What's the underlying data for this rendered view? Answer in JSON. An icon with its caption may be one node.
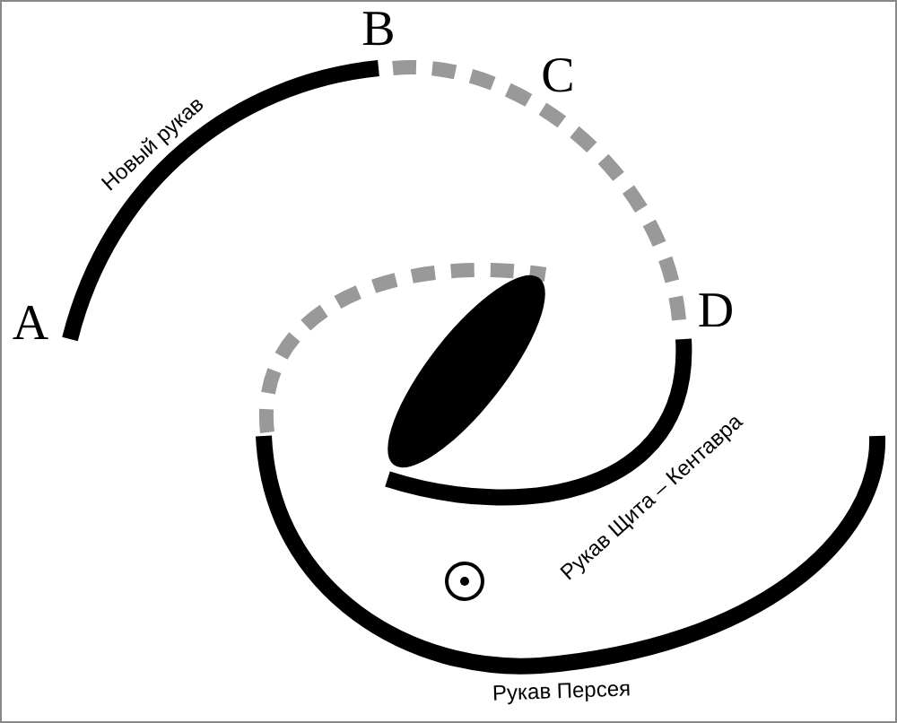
{
  "diagram": {
    "labels": [
      "B",
      "C",
      "Новый рукав",
      "D",
      "A",
      "Рукав Щита – Кентавра",
      "Рукав Персея"
    ]
  }
}
